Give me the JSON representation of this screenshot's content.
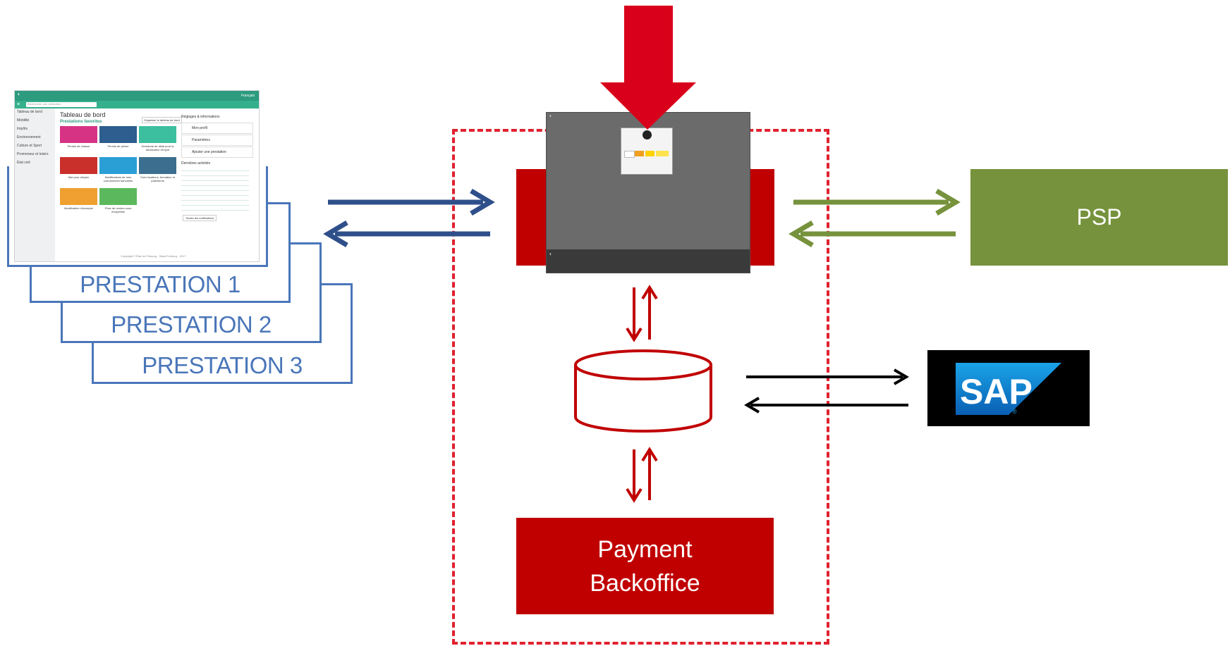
{
  "prestations": [
    "PRESTATION 1",
    "PRESTATION 2",
    "PRESTATION 3"
  ],
  "portal": {
    "language": "Français",
    "search_placeholder": "Rechercher une prestation",
    "page_title": "Tableau de bord",
    "section_title": "Prestations favorites",
    "organize_button": "Organiser le tableau de bord",
    "sidebar": [
      "Tableau de bord",
      "Mobilité",
      "Impôts",
      "Environnement",
      "Culture et Sport",
      "Promeneur et loisirs",
      "État civil"
    ],
    "tiles": [
      {
        "label": "Permis de chasse",
        "color": "#d63384"
      },
      {
        "label": "Permis de pêche",
        "color": "#2e5d8f"
      },
      {
        "label": "Demande de délai pour la déclaration d'impôt",
        "color": "#3bbf9e"
      },
      {
        "label": "Mot pour citoyen",
        "color": "#c9302c"
      },
      {
        "label": "Modifications de mes coordonnées bancaires",
        "color": "#2a9fd6"
      },
      {
        "label": "Suivi locations, formation et paiements",
        "color": "#3b6e8f"
      },
      {
        "label": "Modification d'acompte",
        "color": "#f0a030"
      },
      {
        "label": "Prise de rendez-vous d'expertise",
        "color": "#5cb85c"
      }
    ],
    "settings_title": "Réglages & informations",
    "settings": [
      "Mon profil",
      "Paramètres",
      "Ajouter une prestation"
    ],
    "activity_title": "Dernières activités",
    "all_notifications": "Toutes les notifications",
    "footer": "Copyright © État de Fribourg · Staat Freiburg · 2017"
  },
  "psp_label": "PSP",
  "sap_label": "SAP",
  "backoffice_label_line1": "Payment",
  "backoffice_label_line2": "Backoffice",
  "colors": {
    "prestation_blue": "#4a76b9",
    "arrow_navy": "#2f4f8a",
    "psp_green": "#76923c",
    "payment_red": "#c00000",
    "dashed_red": "#e0212f",
    "sap_blue": "#1a73c8"
  }
}
